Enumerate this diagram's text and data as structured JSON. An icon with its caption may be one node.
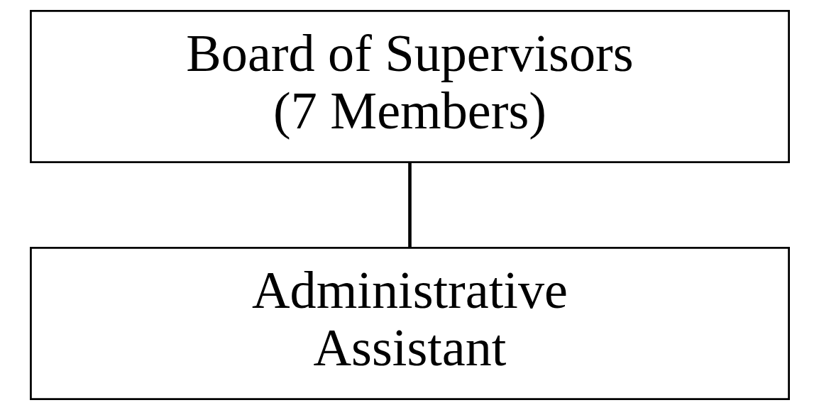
{
  "diagram": {
    "nodes": [
      {
        "text": [
          "Board of Supervisors (7 Members)"
        ]
      },
      {
        "text": [
          "Administrative Assistant"
        ]
      }
    ],
    "edges": [
      {
        "from": 0,
        "to": 1,
        "arrow": "none"
      }
    ]
  }
}
